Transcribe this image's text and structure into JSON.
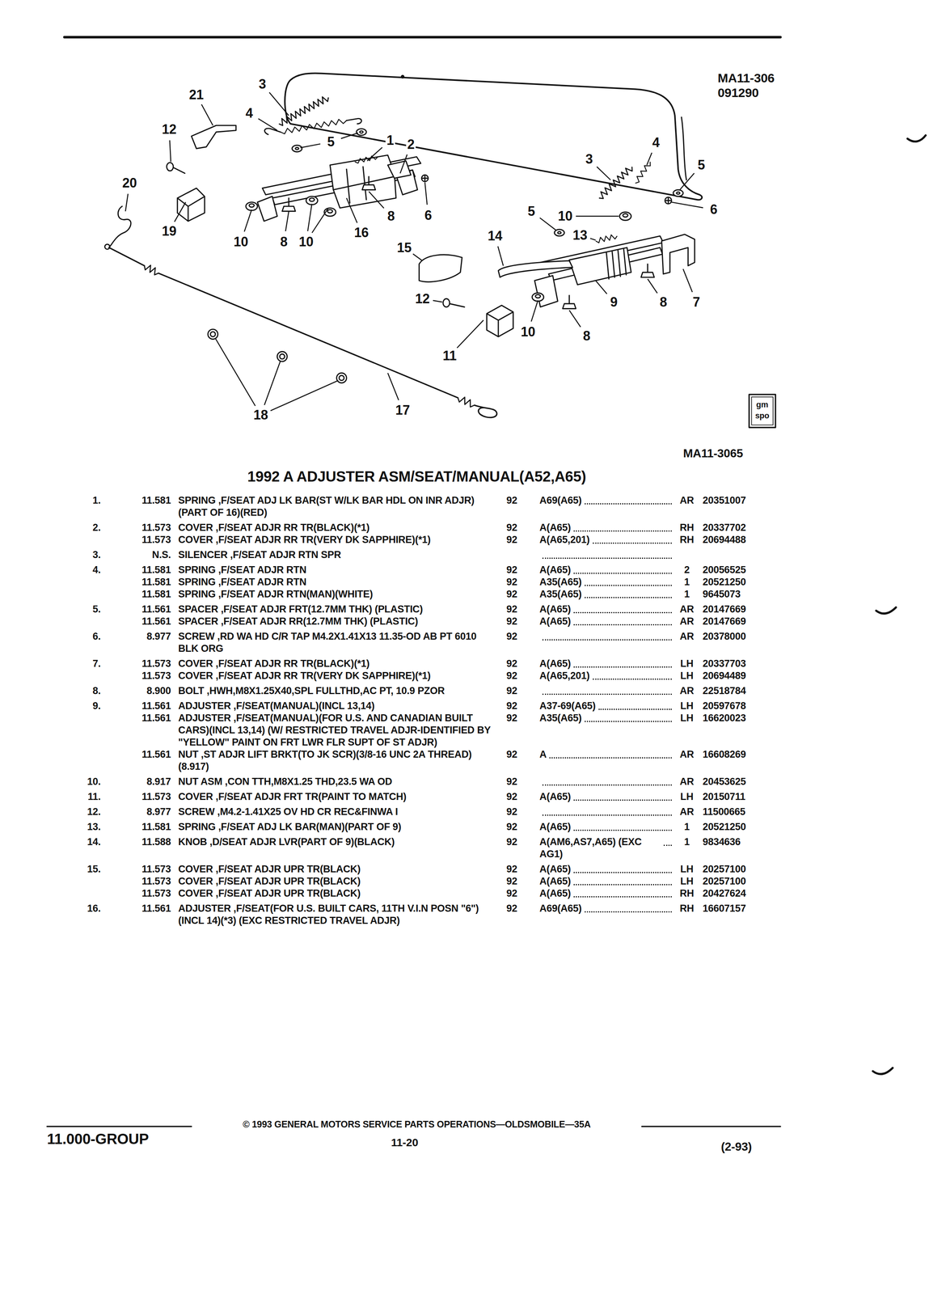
{
  "diagram": {
    "title": "1992 A ADJUSTER ASM/SEAT/MANUAL(A52,A65)",
    "labels": [
      "MA11-306",
      "091290",
      "21",
      "3",
      "12",
      "4",
      "5",
      "1",
      "2",
      "20",
      "19",
      "10",
      "8",
      "10",
      "16",
      "8",
      "6",
      "3",
      "4",
      "5",
      "6",
      "5",
      "10",
      "13",
      "14",
      "15",
      "12",
      "9",
      "8",
      "7",
      "11",
      "10",
      "8",
      "18",
      "17",
      "gm",
      "spo",
      "MA11-3065",
      "1.",
      "11.581",
      "SPRING ,F/SEAT ADJ LK BAR(ST W/LK BAR HDL ON INR ADJR)(PART OF 16)(RED)",
      "92",
      "A69(A65)",
      "AR",
      "20351007",
      "2.",
      "11.573",
      "COVER ,F/SEAT ADJR RR TR(BLACK)(*1)",
      "92",
      "A(A65)",
      "RH",
      "20337702",
      "11.573",
      "COVER ,F/SEAT ADJR RR TR(VERY DK SAPPHIRE)(*1)",
      "92",
      "A(A65,201)",
      "RH",
      "20694488",
      "3.",
      "N.S.",
      "SILENCER ,F/SEAT ADJR RTN SPR",
      "4.",
      "11.581",
      "SPRING ,F/SEAT ADJR RTN",
      "92",
      "A(A65)",
      "2",
      "20056525",
      "11.581",
      "SPRING ,F/SEAT ADJR RTN",
      "92",
      "A35(A65)",
      "1",
      "20521250",
      "11.581",
      "SPRING ,F/SEAT ADJR RTN(MAN)(WHITE)",
      "92",
      "A35(A65)",
      "1",
      "9645073",
      "5.",
      "11.561",
      "SPACER ,F/SEAT ADJR FRT(12.7MM THK) (PLASTIC)",
      "92",
      "A(A65)",
      "AR",
      "20147669",
      "11.561",
      "SPACER ,F/SEAT ADJR RR(12.7MM THK) (PLASTIC)",
      "92",
      "A(A65)",
      "AR",
      "20147669",
      "6.",
      "8.977",
      "SCREW ,RD WA HD C/R TAP M4.2X1.41X13 11.35-OD AB PT 6010 BLK ORG",
      "92",
      "AR",
      "20378000",
      "7.",
      "11.573",
      "COVER ,F/SEAT ADJR RR TR(BLACK)(*1)",
      "92",
      "A(A65)",
      "LH",
      "20337703",
      "11.573",
      "COVER ,F/SEAT ADJR RR TR(VERY DK SAPPHIRE)(*1)",
      "92",
      "A(A65,201)",
      "LH",
      "20694489",
      "8.",
      "8.900",
      "BOLT ,HWH,M8X1.25X40,SPL FULLTHD,AC PT, 10.9 PZOR",
      "92",
      "AR",
      "22518784",
      "9.",
      "11.561",
      "ADJUSTER ,F/SEAT(MANUAL)(INCL 13,14)",
      "92",
      "A37-69(A65)",
      "LH",
      "20597678",
      "11.561",
      "ADJUSTER ,F/SEAT(MANUAL)(FOR U.S. AND CANADIAN BUILT CARS)(INCL 13,14) (W/ RESTRICTED TRAVEL ADJR-IDENTIFIED BY \"YELLOW\" PAINT ON FRT LWR FLR SUPT OF ST ADJR)",
      "92",
      "A35(A65)",
      "LH",
      "16620023",
      "11.561",
      "NUT ,ST ADJR LIFT BRKT(TO JK SCR)(3/8-16 UNC 2A THREAD)(8.917)",
      "92",
      "A",
      "AR",
      "16608269",
      "10.",
      "8.917",
      "NUT ASM ,CON TTH,M8X1.25 THD,23.5 WA OD",
      "92",
      "AR",
      "20453625",
      "11.",
      "11.573",
      "COVER ,F/SEAT ADJR FRT TR(PAINT TO MATCH)",
      "92",
      "A(A65)",
      "LH",
      "20150711",
      "12.",
      "8.977",
      "SCREW ,M4.2-1.41X25 OV HD CR REC&FINWA I",
      "92",
      "AR",
      "11500665",
      "13.",
      "11.581",
      "SPRING ,F/SEAT ADJ LK BAR(MAN)(PART OF 9)",
      "92",
      "A(A65)",
      "1",
      "20521250",
      "14.",
      "11.588",
      "KNOB ,D/SEAT ADJR LVR(PART OF 9)(BLACK)",
      "92",
      "A(AM6,AS7,A65) (EXC AG1)",
      "1",
      "9834636",
      "15.",
      "11.573",
      "COVER ,F/SEAT ADJR UPR TR(BLACK)",
      "92",
      "A(A65)",
      "LH",
      "20257100",
      "11.573",
      "COVER ,F/SEAT ADJR UPR TR(BLACK)",
      "92",
      "A(A65)",
      "LH",
      "20257100",
      "11.573",
      "COVER ,F/SEAT ADJR UPR TR(BLACK)",
      "92",
      "A(A65)",
      "RH",
      "20427624",
      "16.",
      "11.561",
      "ADJUSTER ,F/SEAT(FOR U.S. BUILT CARS, 11TH V.I.N POSN \"6\")(INCL 14)(*3) (EXC RESTRICTED TRAVEL ADJR)",
      "92",
      "A69(A65)",
      "RH",
      "16607157",
      "11.000-GROUP",
      "© 1993 GENERAL MOTORS SERVICE PARTS OPERATIONS—OLDSMOBILE—35A",
      "11-20",
      "(2-93)"
    ]
  }
}
